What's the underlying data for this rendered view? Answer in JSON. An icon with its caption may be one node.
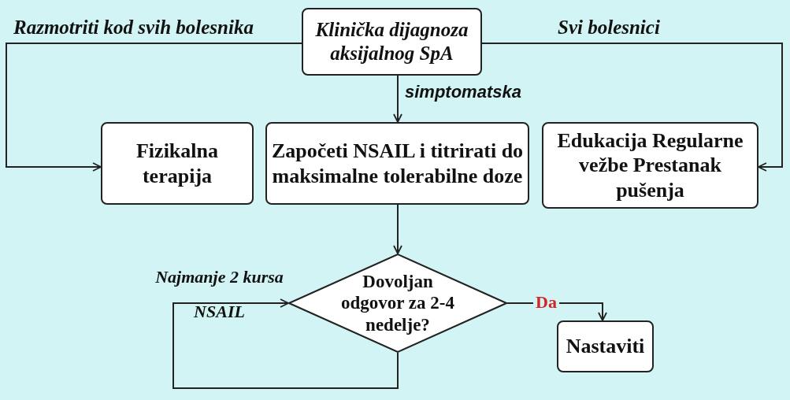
{
  "diagram": {
    "nodes": [
      {
        "text": [
          "Klinička dijagnoza aksijalnog SpA"
        ]
      },
      {
        "text": [
          "Fizikalna terapija"
        ]
      },
      {
        "text": [
          "Započeti NSAIL i titrirati do maksimalne tolerabilne doze"
        ]
      },
      {
        "text": [
          "Edukacija Regularne vežbe Prestanak pušenja"
        ]
      },
      {
        "text": [
          "Dovoljan odgovor za 2-4 nedelje?"
        ]
      },
      {
        "text": [
          "Nastaviti"
        ]
      }
    ],
    "edges": [
      {
        "from": 0,
        "to": 1,
        "arrow": "to",
        "label": "Razmotriti kod svih bolesnika"
      },
      {
        "from": 0,
        "to": 3,
        "arrow": "to",
        "label": "Svi bolesnici"
      },
      {
        "from": 0,
        "to": 2,
        "arrow": "to",
        "label": "simptomatska"
      },
      {
        "from": 2,
        "to": 4,
        "arrow": "to"
      },
      {
        "from": 4,
        "to": 5,
        "arrow": "to",
        "label": "Da"
      },
      {
        "from": 4,
        "to": 4,
        "arrow": "to",
        "label": "Najmanje 2 kursa NSAIL"
      }
    ]
  }
}
